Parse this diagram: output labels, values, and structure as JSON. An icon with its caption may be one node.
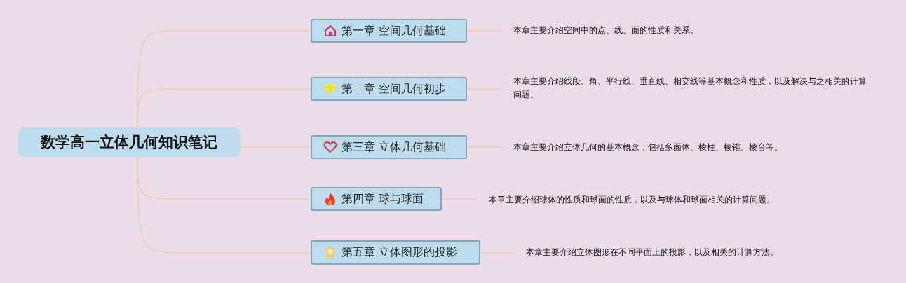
{
  "diagram": {
    "nodes": [
      {
        "text": [
          "数学高一立体几何知识笔记"
        ]
      },
      {
        "text": [
          "第一章 空间几何基础"
        ]
      },
      {
        "text": [
          "第二章 空间几何初步"
        ]
      },
      {
        "text": [
          "第三章 立体几何基础"
        ]
      },
      {
        "text": [
          "第四章 球与球面"
        ]
      },
      {
        "text": [
          "第五章 立体图形的投影"
        ]
      },
      {
        "text": [
          "本章主要介绍空间中的点、线、面的性质和关系。"
        ]
      },
      {
        "text": [
          "本章主要介绍线段、角、平行线、垂直线、相交线等基本概念和性质，以及解决与之相关的计算问题。"
        ]
      },
      {
        "text": [
          "本章主要介绍立体几何的基本概念，包括多面体、棱柱、棱锥、棱台等。"
        ]
      },
      {
        "text": [
          "本章主要介绍球体的性质和球面的性质，以及与球体和球面相关的计算问题。"
        ]
      },
      {
        "text": [
          "本章主要介绍立体图形在不同平面上的投影，以及相关的计算方法。"
        ]
      }
    ],
    "edges": [
      {
        "from": 0,
        "to": 1,
        "arrow": "none"
      },
      {
        "from": 0,
        "to": 2,
        "arrow": "none"
      },
      {
        "from": 0,
        "to": 3,
        "arrow": "none"
      },
      {
        "from": 0,
        "to": 4,
        "arrow": "none"
      },
      {
        "from": 0,
        "to": 5,
        "arrow": "none"
      },
      {
        "from": 1,
        "to": 6,
        "arrow": "none"
      },
      {
        "from": 2,
        "to": 7,
        "arrow": "none"
      },
      {
        "from": 3,
        "to": 8,
        "arrow": "none"
      },
      {
        "from": 4,
        "to": 9,
        "arrow": "none"
      },
      {
        "from": 5,
        "to": 10,
        "arrow": "none"
      }
    ]
  }
}
